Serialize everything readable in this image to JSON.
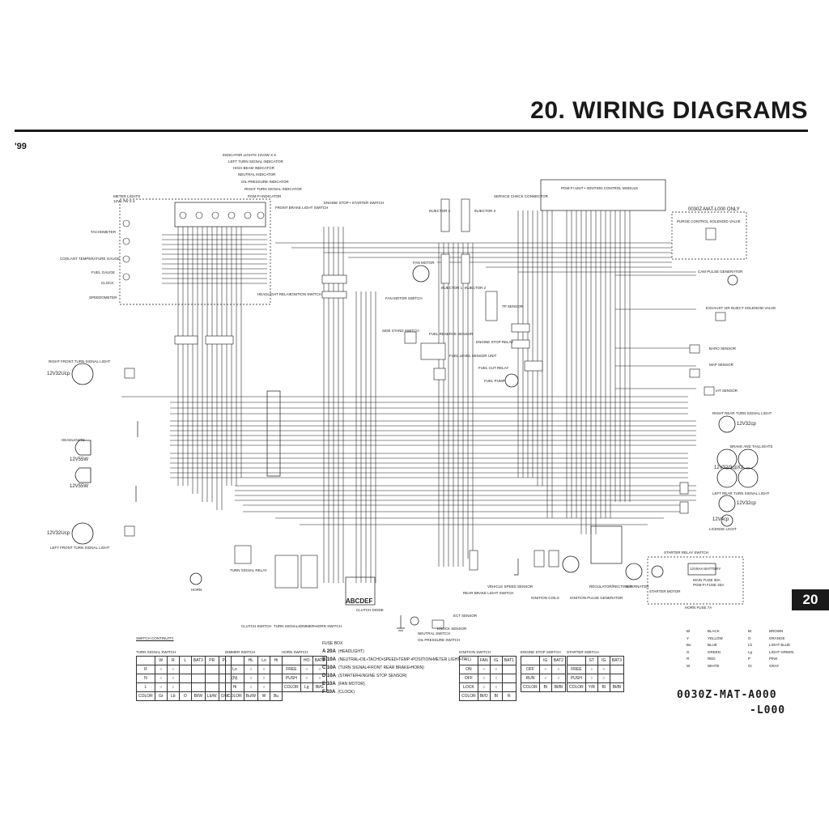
{
  "page": {
    "title": "20. WIRING DIAGRAMS",
    "year": "'99",
    "tab_number": "20",
    "code_line1": "0030Z-MAT-A000",
    "code_line2": "-L000"
  },
  "labels": {
    "meter_lights": "METER LIGHTS",
    "meter_lights_spec": "12V1.7W X 4",
    "indicator_lights": "INDICATOR LIGHTS 12V3W X 6",
    "left_turn_indicator": "LEFT TURN SIGNAL INDICATOR",
    "high_beam_indicator": "HIGH BEAM INDICATOR",
    "neutral_indicator": "NEUTRAL INDICATOR",
    "oil_pressure_indicator": "OIL PRESSURE INDICATOR",
    "right_turn_indicator": "RIGHT TURN SIGNAL INDICATOR",
    "pgmfi_indicator": "PGM-FI INDICATOR",
    "tachometer": "TACHOMETER",
    "coolant_temp_gauge": "COOLANT TEMPERATURE GAUGE",
    "fuel_gauge": "FUEL GAUGE",
    "clock": "CLOCK",
    "speedometer": "SPEEDOMETER",
    "front_brake_switch": "FRONT BRAKE LIGHT SWITCH",
    "engine_stop_starter": "ENGINE STOP • STARTER SWITCH",
    "injector_4": "INJECTOR 4",
    "injector_3": "INJECTOR 3",
    "injector_1": "INJECTOR 1",
    "injector_2": "INJECTOR 2",
    "service_check": "SERVICE CHECK CONNECTOR",
    "ecm": "PGM-FI UNIT • IGNITION CONTROL MODULE",
    "only_label": "0030Z-MAT-L000 ONLY",
    "purge_valve": "PURGE CONTROL SOLENOID VALVE",
    "cam_pulse": "CAM PULSE GENERATOR",
    "fan_motor": "FAN MOTOR",
    "fan_motor_switch": "FAN MOTOR SWITCH",
    "headlight_relay": "HEADLIGHT RELAY",
    "ignition_switch": "IGNITION SWITCH",
    "tp_sensor": "TP SENSOR",
    "engine_stop_relay": "ENGINE STOP RELAY",
    "side_stand": "SIDE STAND SWITCH",
    "fuel_reserve": "FUEL RESERVE SENSOR",
    "fuel_level": "FUEL LEVEL SENSOR UNIT",
    "fuel_cut_relay": "FUEL CUT RELAY",
    "fuel_pump": "FUEL PUMP",
    "exhaust_valve": "EXHAUST AIR INJECT SOLENOID VALVE",
    "baro_sensor": "BARO SENSOR",
    "map_sensor": "MAP SENSOR",
    "iat_sensor": "IAT SENSOR",
    "right_front_turn": "RIGHT FRONT TURN SIGNAL LIGHT",
    "rf_spec": "12V32Ucp",
    "headlights": "HEADLIGHTS",
    "hl_spec_1": "12V55W",
    "hl_spec_2": "12V55W",
    "left_front_turn": "LEFT FRONT TURN SIGNAL LIGHT",
    "lf_spec": "12V32Ucp",
    "right_rear_turn": "RIGHT REAR TURN SIGNAL LIGHT",
    "rr_spec": "12V32cp",
    "brake_tail": "BRAKE AND TAILLIGHTS",
    "bt_spec": "12V32/3cpX2",
    "left_rear_turn": "LEFT REAR TURN SIGNAL LIGHT",
    "lr_spec": "12V32cp",
    "license_light": "LICENSE LIGHT",
    "license_spec": "12V4cp",
    "horn": "HORN",
    "turn_relay": "TURN SIGNAL RELAY",
    "clutch_switch": "CLUTCH SWITCH",
    "turn_dimmer_horn": "TURN SIGNAL•DIMMER•HORN SWITCH",
    "clutch_diode": "CLUTCH DIODE",
    "fuse_box_letters": "ABCDEF",
    "rear_brake_switch": "REAR BRAKE LIGHT SWITCH",
    "vehicle_speed": "VEHICLE SPEED SENSOR",
    "ignition_coils": "IGNITION COILS",
    "ignition_pulse": "IGNITION PULSE GENERATOR",
    "reg_rect": "REGULATOR/RECTIFIER",
    "alternator": "ALTERNATOR",
    "starter_relay": "STARTER RELAY SWITCH",
    "battery": "12V8AH BATTERY",
    "main_fuse": "MAIN FUSE 30A",
    "pgmfi_fuse": "PGM-FI FUSE 20A",
    "starter_motor": "STARTER MOTOR",
    "horn_fuse": "HORN FUSE 7A",
    "ect_sensor": "ECT SENSOR",
    "neutral_switch": "NEUTRAL SWITCH",
    "oil_pressure_switch": "OIL PRESSURE SWITCH",
    "knock_sensor": "KNOCK SENSOR",
    "switch_continuity": "SWITCH CONTINUITY"
  },
  "tables": {
    "turn_signal": {
      "caption": "TURN SIGNAL SWITCH",
      "header": [
        "",
        "W",
        "R",
        "L",
        "BAT3",
        "PR",
        "PL"
      ],
      "rows": [
        [
          "R",
          "",
          "",
          "",
          "",
          "",
          ""
        ],
        [
          "N",
          "",
          "",
          "",
          "",
          "",
          ""
        ],
        [
          "L",
          "",
          "",
          "",
          "",
          "",
          ""
        ]
      ],
      "color": [
        "COLOR",
        "Gr",
        "Lb",
        "O",
        "Bl/W",
        "Lb/W",
        "O/W"
      ]
    },
    "dimmer": {
      "caption": "DIMMER SWITCH",
      "header": [
        "",
        "HL",
        "Lo",
        "Hi"
      ],
      "rows": [
        [
          "Lo",
          "",
          "",
          ""
        ],
        [
          "(N)",
          "",
          "",
          ""
        ],
        [
          "Hi",
          "",
          "",
          ""
        ]
      ],
      "color": [
        "COLOR",
        "Bu/W",
        "W",
        "Bu"
      ]
    },
    "horn_sw": {
      "caption": "HORN SWITCH",
      "header": [
        "",
        "HO",
        "BAT3"
      ],
      "rows": [
        [
          "FREE",
          "",
          ""
        ],
        [
          "PUSH",
          "",
          ""
        ]
      ],
      "color": [
        "COLOR",
        "Lg",
        "Bl/G"
      ]
    },
    "ignition": {
      "caption": "IGNITION SWITCH",
      "header": [
        "",
        "FAN",
        "IG",
        "BAT1"
      ],
      "rows": [
        [
          "ON",
          "",
          "",
          ""
        ],
        [
          "OFF",
          "",
          "",
          ""
        ],
        [
          "LOCK",
          "",
          "",
          ""
        ]
      ],
      "color": [
        "COLOR",
        "Bl/O",
        "Bl",
        "R"
      ]
    },
    "engine_stop": {
      "caption": "ENGINE STOP SWITCH",
      "header": [
        "",
        "IG",
        "BAT2"
      ],
      "rows": [
        [
          "OFF",
          "",
          ""
        ],
        [
          "RUN",
          "",
          ""
        ]
      ],
      "color": [
        "COLOR",
        "Bl",
        "Bl/Bl"
      ]
    },
    "starter": {
      "caption": "STARTER SWITCH",
      "header": [
        "",
        "ST",
        "IG",
        "BAT3"
      ],
      "rows": [
        [
          "FREE",
          "",
          "",
          ""
        ],
        [
          "PUSH",
          "",
          "",
          ""
        ]
      ],
      "color": [
        "COLOR",
        "Y/R",
        "Bl",
        "Bl/Bl"
      ]
    }
  },
  "fuse_box": {
    "title": "FUSE BOX",
    "items": [
      {
        "letter": "A",
        "rating": "20A",
        "desc": "(HEADLIGHT)"
      },
      {
        "letter": "B",
        "rating": "10A",
        "desc": "(NEUTRAL•OIL•TACHO•SPEED•TEMP •POSITION•METER LIGHT•TAIL)"
      },
      {
        "letter": "C",
        "rating": "10A",
        "desc": "(TURN SIGNAL•FRONT REAR BRAKE•HORN)"
      },
      {
        "letter": "D",
        "rating": "10A",
        "desc": "(STARTER•ENGINE STOP SENSOR)"
      },
      {
        "letter": "E",
        "rating": "10A",
        "desc": "(FAN MOTOR)"
      },
      {
        "letter": "F",
        "rating": "10A",
        "desc": "(CLOCK)"
      }
    ]
  },
  "color_legend": [
    [
      "Bl",
      "BLACK",
      "Br",
      "BROWN"
    ],
    [
      "Y",
      "YELLOW",
      "O",
      "ORANGE"
    ],
    [
      "Bu",
      "BLUE",
      "Lb",
      "LIGHT BLUE"
    ],
    [
      "G",
      "GREEN",
      "Lg",
      "LIGHT GREEN"
    ],
    [
      "R",
      "RED",
      "P",
      "PINK"
    ],
    [
      "W",
      "WHITE",
      "Gr",
      "GRAY"
    ]
  ],
  "colors": {
    "ink": "#1a1a1a",
    "paper": "#ffffff"
  }
}
